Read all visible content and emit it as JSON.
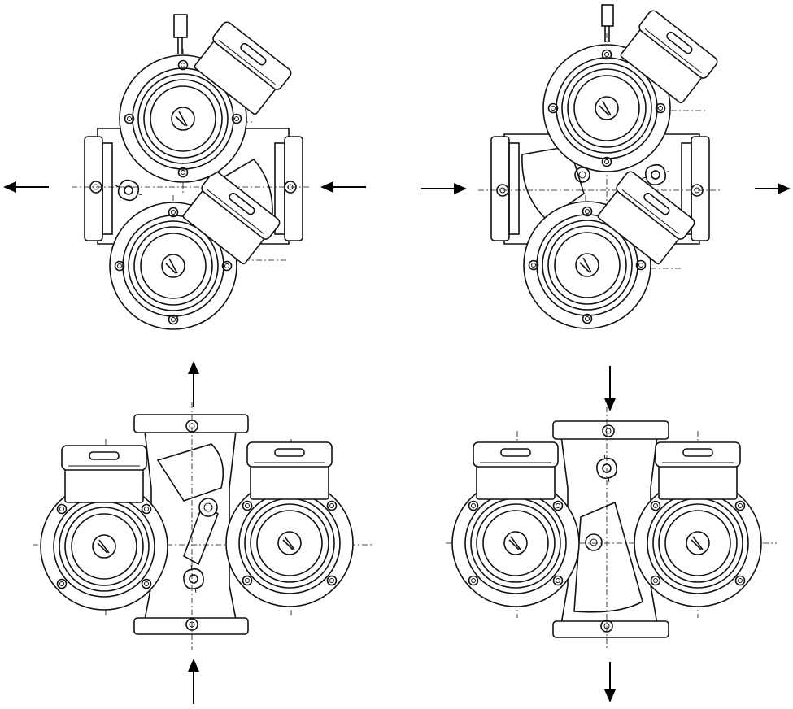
{
  "figure": {
    "panels": [
      {
        "id": "top-left",
        "flow": [
          "left",
          "left"
        ]
      },
      {
        "id": "top-right",
        "flow": [
          "right",
          "right"
        ]
      },
      {
        "id": "bottom-left",
        "flow": [
          "up",
          "up"
        ]
      },
      {
        "id": "bottom-right",
        "flow": [
          "down",
          "down"
        ]
      }
    ],
    "colors": {
      "line": "#111111",
      "background": "#ffffff"
    }
  }
}
